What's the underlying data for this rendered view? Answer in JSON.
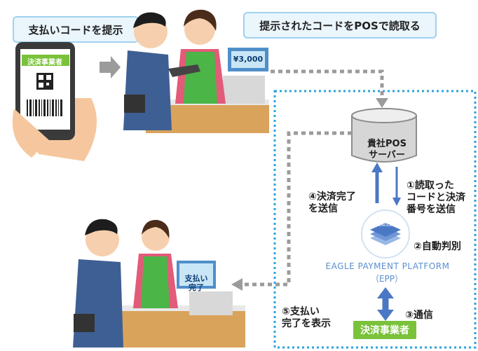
{
  "callouts": {
    "pay_code": "支払いコードを提示",
    "pos_read": "提示されたコードをPOSで読取る"
  },
  "phone": {
    "badge": "決済事業者"
  },
  "register": {
    "price": "¥3,000",
    "complete_screen": "支払い\n完了"
  },
  "server": {
    "label": "貴社POS\nサーバー"
  },
  "steps": {
    "step1": "①読取った\nコードと決済\n番号を送信",
    "step2": "②自動判別",
    "step3": "③通信",
    "step4": "④決済完了\nを送信",
    "step5": "⑤支払い\n完了を表示"
  },
  "platform": {
    "name": "EAGLE PAYMENT PLATFORM",
    "abbr": "（EPP）",
    "logo_text": "EAGLE"
  },
  "provider_box": "決済事業者",
  "colors": {
    "callout_bg": "#eaf5fc",
    "callout_border": "#9fd2ee",
    "dotted_frame": "#2aa3dd",
    "arrow_grey": "#9b9b9b",
    "arrow_blue": "#4a78c4",
    "provider_green": "#79c23a",
    "platform_text": "#5a8fd0"
  }
}
